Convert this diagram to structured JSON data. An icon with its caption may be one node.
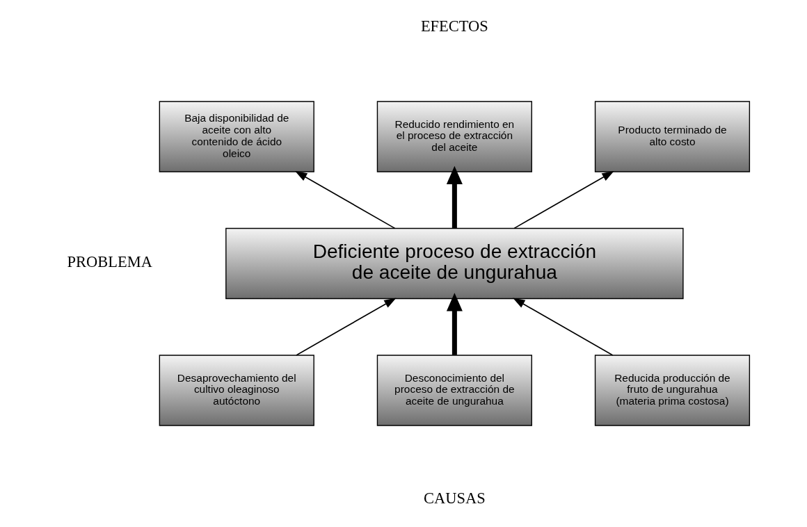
{
  "diagram": {
    "nodes": [
      {
        "text": [
          "Baja disponibilidad de aceite con alto contenido de ácido oleico"
        ]
      },
      {
        "text": [
          "Reducido rendimiento en el proceso de extracción del aceite"
        ]
      },
      {
        "text": [
          "Producto terminado de alto costo"
        ]
      },
      {
        "text": [
          "Deficiente proceso de extracción de aceite de ungurahua"
        ]
      },
      {
        "text": [
          "Desaprovechamiento del cultivo oleaginoso autóctono"
        ]
      },
      {
        "text": [
          "Desconocimiento del proceso de extracción de aceite de ungurahua"
        ]
      },
      {
        "text": [
          "Reducida producción de fruto de ungurahua (materia prima costosa)"
        ]
      }
    ],
    "edges": [
      {
        "from": 3,
        "to": 0,
        "arrow": "to"
      },
      {
        "from": 3,
        "to": 1,
        "arrow": "to",
        "style": "thick"
      },
      {
        "from": 3,
        "to": 2,
        "arrow": "to"
      },
      {
        "from": 4,
        "to": 3,
        "arrow": "to"
      },
      {
        "from": 5,
        "to": 3,
        "arrow": "to",
        "style": "thick"
      },
      {
        "from": 6,
        "to": 3,
        "arrow": "to"
      }
    ],
    "labels": [
      "EFECTOS",
      "PROBLEMA",
      "CAUSAS"
    ]
  }
}
